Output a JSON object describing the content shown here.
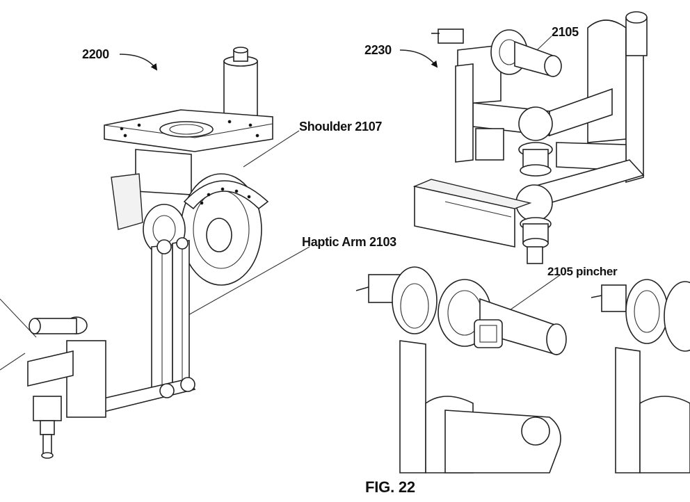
{
  "labels": {
    "device_left": "2200",
    "device_right": "2230",
    "pincher_top": "2105",
    "shoulder": "Shoulder 2107",
    "haptic_arm": "Haptic Arm 2103",
    "pincher_detail": "2105 pincher"
  },
  "figure": {
    "caption": "FIG. 22"
  }
}
